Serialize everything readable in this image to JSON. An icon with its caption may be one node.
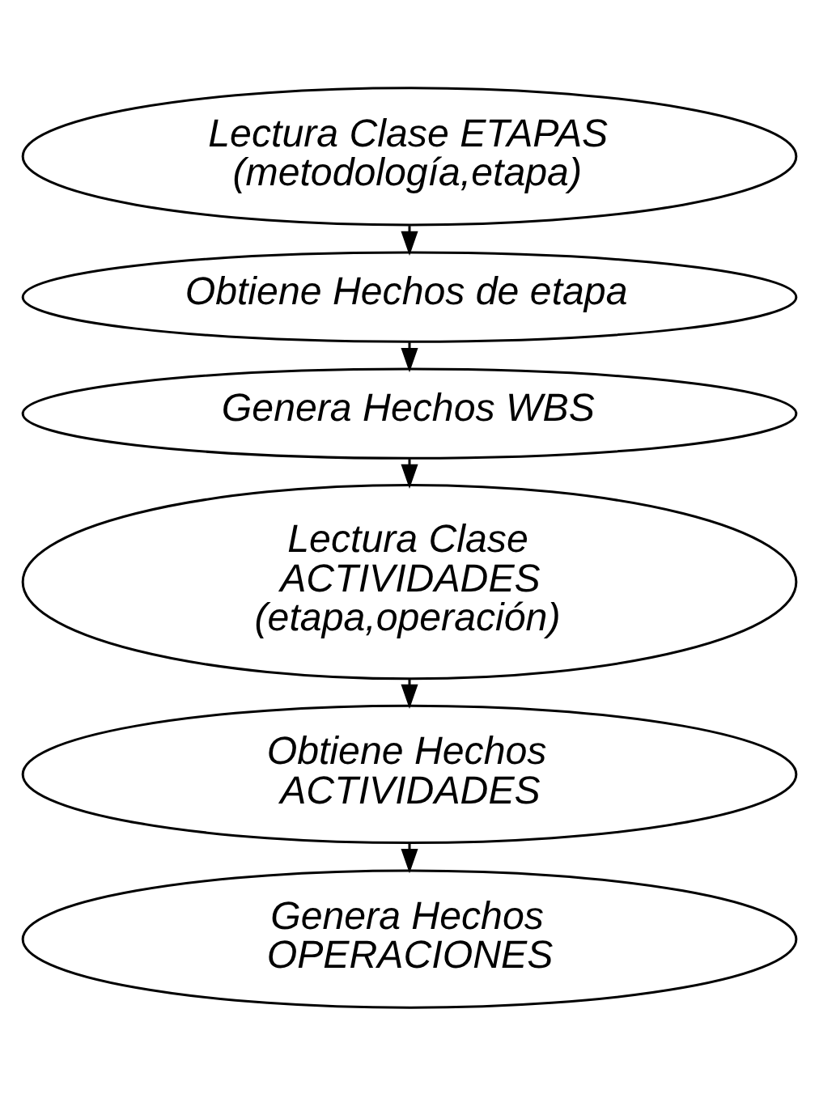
{
  "diagram": {
    "nodes": [
      {
        "text": [
          "Lectura Clase ETAPAS (metodología,etapa)"
        ]
      },
      {
        "text": [
          "Obtiene Hechos de etapa"
        ]
      },
      {
        "text": [
          "Genera Hechos WBS"
        ]
      },
      {
        "text": [
          "Lectura Clase ACTIVIDADES (etapa,operación)"
        ]
      },
      {
        "text": [
          "Obtiene Hechos ACTIVIDADES"
        ]
      },
      {
        "text": [
          "Genera Hechos OPERACIONES"
        ]
      }
    ],
    "edges": [
      {
        "from": 0,
        "to": 1,
        "arrow": "to"
      },
      {
        "from": 1,
        "to": 2,
        "arrow": "to"
      },
      {
        "from": 2,
        "to": 3,
        "arrow": "to"
      },
      {
        "from": 3,
        "to": 4,
        "arrow": "to"
      },
      {
        "from": 4,
        "to": 5,
        "arrow": "to"
      }
    ]
  }
}
